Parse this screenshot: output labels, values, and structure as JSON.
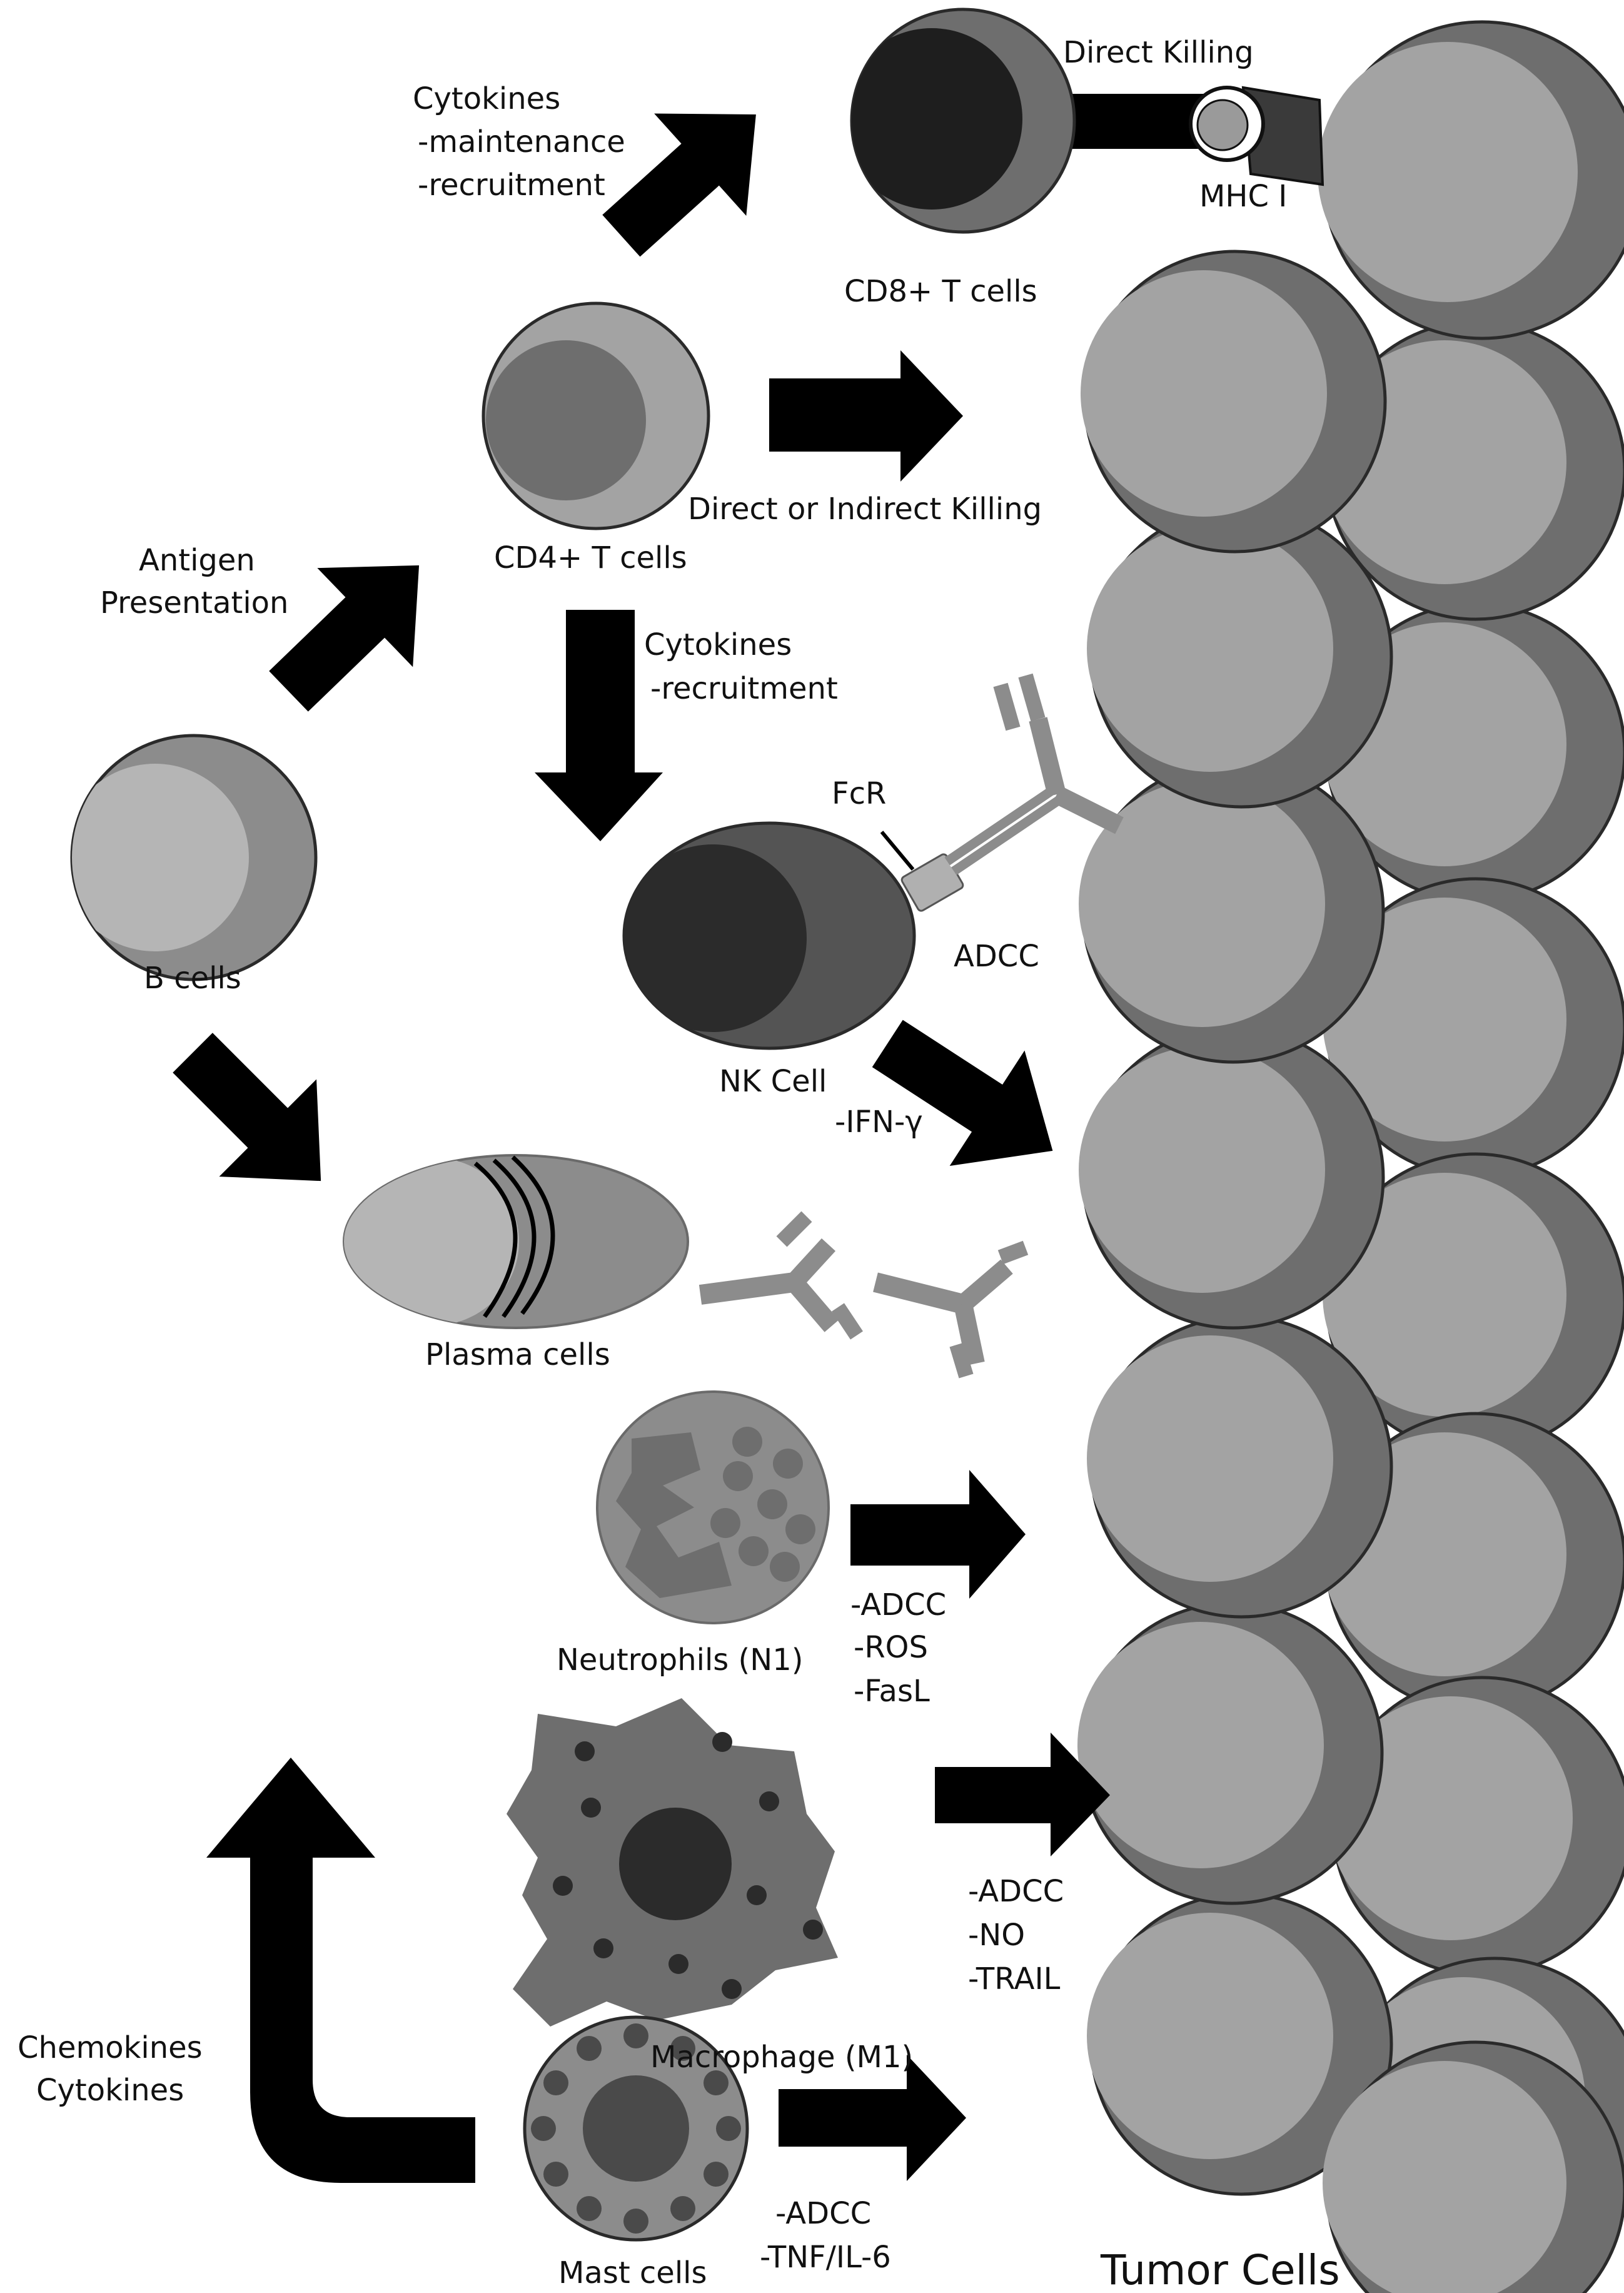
{
  "labels": {
    "cytokines_top": "Cytokines",
    "maintenance": "-maintenance",
    "recruitment_top": "-recruitment",
    "direct_killing": "Direct Killing",
    "mhc": "MHC I",
    "cd8": "CD8+ T cells",
    "cd4": "CD4+ T cells",
    "direct_indirect": "Direct or Indirect Killing",
    "antigen": "Antigen",
    "presentation": "Presentation",
    "cytokines_mid": "Cytokines",
    "recruitment_mid": "-recruitment",
    "fcr": "FcR",
    "adcc_nk": "ADCC",
    "b_cells": "B cells",
    "nk_cell": "NK Cell",
    "ifn": "-IFN-γ",
    "plasma": "Plasma cells",
    "neutrophils": "Neutrophils (N1)",
    "neut_adcc": "-ADCC",
    "neut_ros": "-ROS",
    "neut_fasl": "-FasL",
    "macrophage": "Macrophage (M1)",
    "mac_adcc": "-ADCC",
    "mac_no": "-NO",
    "mac_trail": "-TRAIL",
    "chemokines": "Chemokines",
    "cytokines_low": "Cytokines",
    "mast": "Mast cells",
    "mast_adcc": "-ADCC",
    "mast_tnf": "-TNF/IL-6",
    "tumor": "Tumor Cells"
  },
  "colors": {
    "tumor_outer": "#6e6e6e",
    "tumor_inner": "#a3a3a3",
    "arrow": "#000000",
    "antibody": "#8c8c8c"
  }
}
